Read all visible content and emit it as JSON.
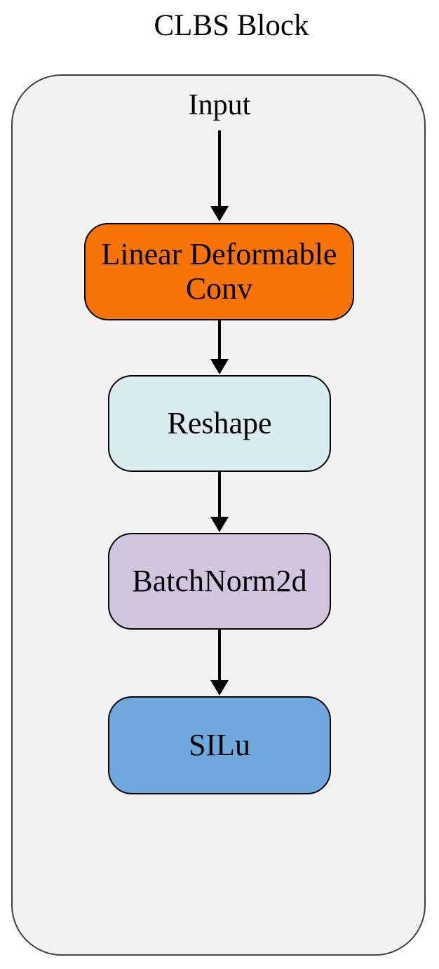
{
  "diagram": {
    "title": "CLBS Block",
    "input_label": "Input",
    "nodes": [
      {
        "id": "linear-deformable-conv",
        "label": "Linear Deformable Conv",
        "fill": "#F97306"
      },
      {
        "id": "reshape",
        "label": "Reshape",
        "fill": "#D8ECF1"
      },
      {
        "id": "batchnorm2d",
        "label": "BatchNorm2d",
        "fill": "#D2C5E0"
      },
      {
        "id": "silu",
        "label": "SILu",
        "fill": "#6FA8DC"
      }
    ],
    "flow": [
      "Input",
      "Linear Deformable Conv",
      "Reshape",
      "BatchNorm2d",
      "SILu"
    ],
    "colors": {
      "page_background": "#FFFFFF",
      "container_fill": "#F2F2F2",
      "container_border": "#404040",
      "node_border": "#000000",
      "arrow": "#000000",
      "text": "#000000"
    }
  }
}
